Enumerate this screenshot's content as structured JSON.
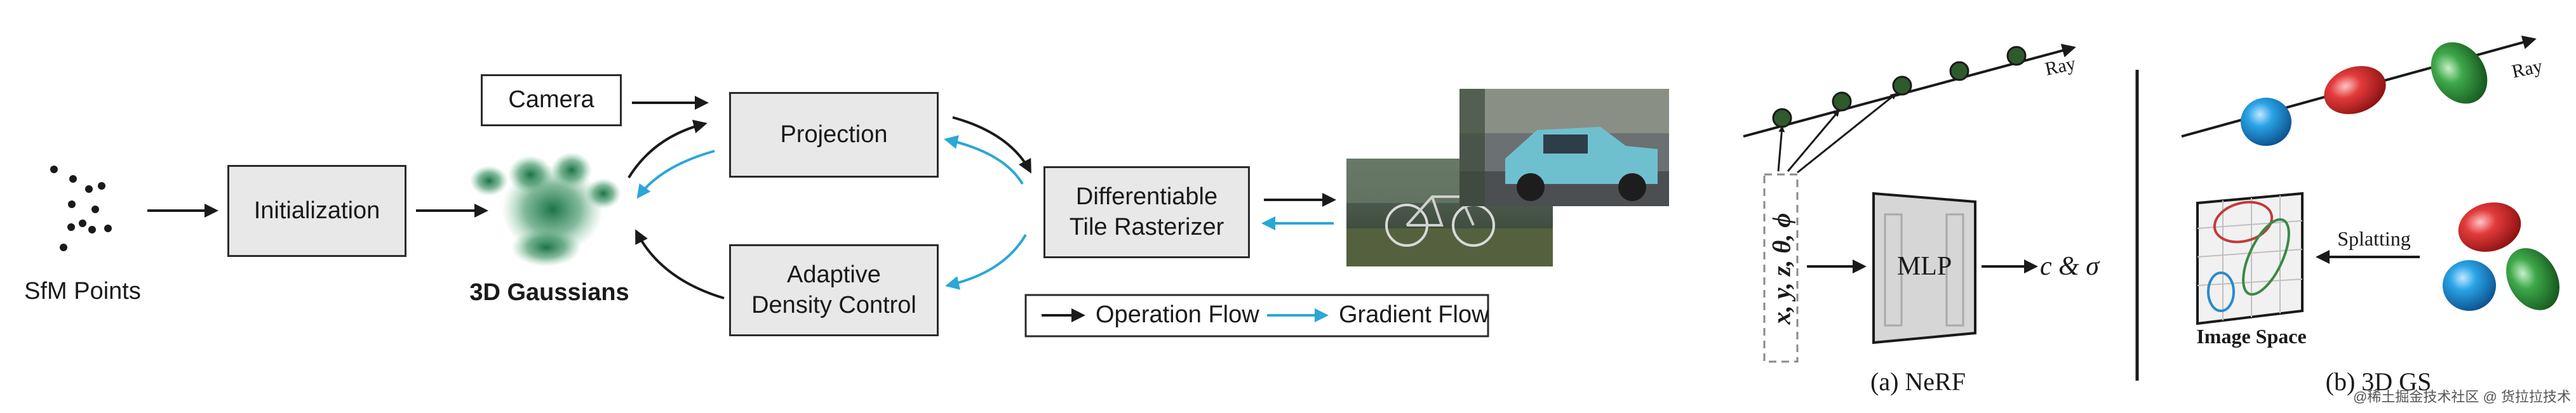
{
  "pipeline": {
    "sfm_label": "SfM Points",
    "camera": "Camera",
    "initialization": "Initialization",
    "gaussians_label": "3D Gaussians",
    "projection": "Projection",
    "adaptive_line1": "Adaptive",
    "adaptive_line2": "Density Control",
    "raster_line1": "Differentiable",
    "raster_line2": "Tile Rasterizer"
  },
  "legend": {
    "operation": "Operation Flow",
    "gradient": "Gradient Flow",
    "operation_color": "#1a1a1a",
    "gradient_color": "#2aa7d6"
  },
  "nerf": {
    "ray": "Ray",
    "inputs": "x, y, z, θ, ϕ",
    "mlp": "MLP",
    "output": "c & σ",
    "caption": "(a) NeRF"
  },
  "gs": {
    "ray": "Ray",
    "splatting": "Splatting",
    "image_space": "Image Space",
    "caption": "(b) 3D GS"
  },
  "watermark": "@稀土掘金技术社区 @ 货拉拉技术"
}
